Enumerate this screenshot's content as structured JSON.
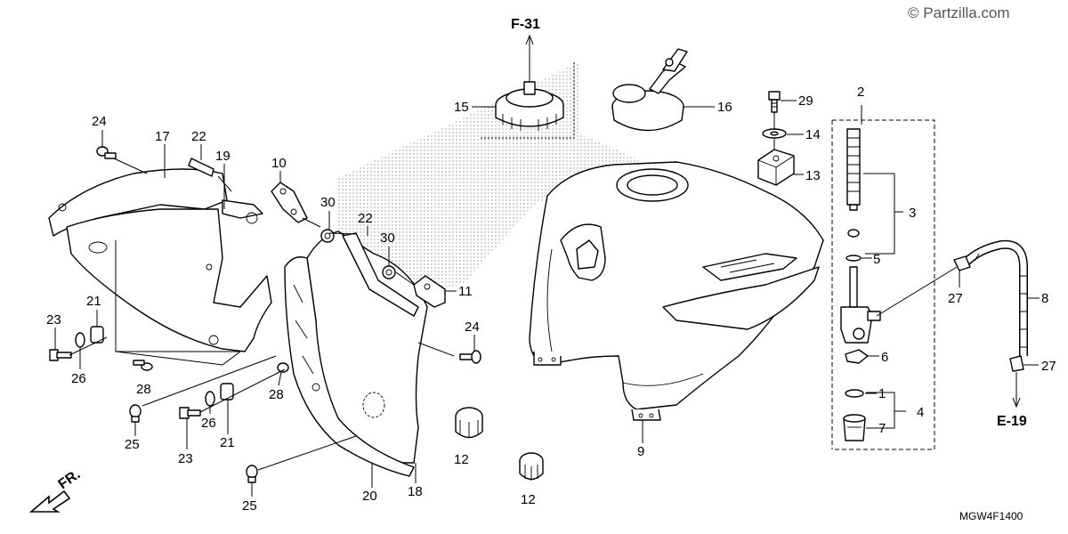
{
  "watermark": "© Partzilla.com",
  "diagram_code": "MGW4F1400",
  "front_indicator": "FR.",
  "refs": {
    "fuel_cap_ref": "F-31",
    "hose_ref": "E-19"
  },
  "callouts": {
    "c1": "1",
    "c2": "2",
    "c3": "3",
    "c4": "4",
    "c5": "5",
    "c6": "6",
    "c7": "7",
    "c8": "8",
    "c9": "9",
    "c10": "10",
    "c11": "11",
    "c12a": "12",
    "c12b": "12",
    "c13": "13",
    "c14": "14",
    "c15": "15",
    "c16": "16",
    "c17": "17",
    "c18": "18",
    "c19": "19",
    "c20": "20",
    "c21a": "21",
    "c21b": "21",
    "c22a": "22",
    "c22b": "22",
    "c23a": "23",
    "c23b": "23",
    "c24a": "24",
    "c24b": "24",
    "c25a": "25",
    "c25b": "25",
    "c26a": "26",
    "c26b": "26",
    "c27a": "27",
    "c27b": "27",
    "c28a": "28",
    "c28b": "28",
    "c29": "29",
    "c30a": "30",
    "c30b": "30"
  }
}
